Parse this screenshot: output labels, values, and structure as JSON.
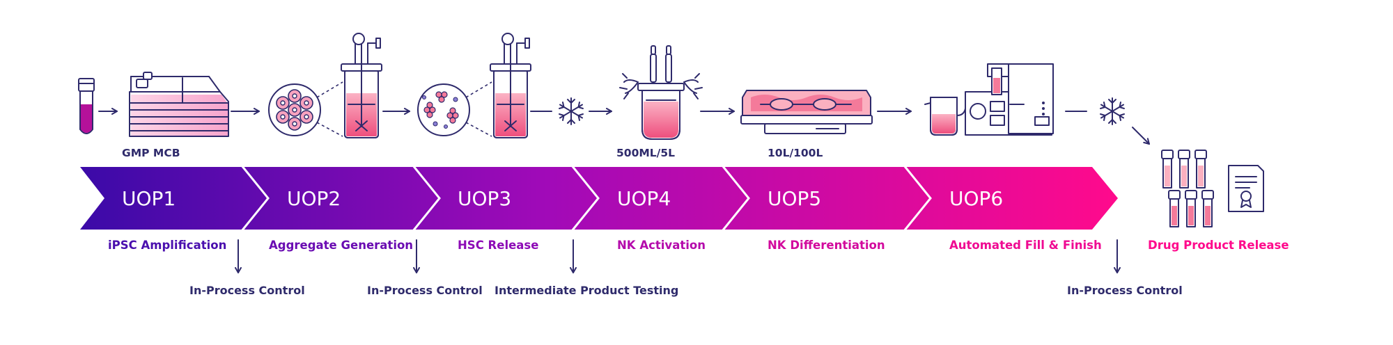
{
  "stages": [
    {
      "code": "UOP1",
      "label": "iPSC Amplification"
    },
    {
      "code": "UOP2",
      "label": "Aggregate Generation"
    },
    {
      "code": "UOP3",
      "label": "HSC Release"
    },
    {
      "code": "UOP4",
      "label": "NK Activation"
    },
    {
      "code": "UOP5",
      "label": "NK Differentiation"
    },
    {
      "code": "UOP6",
      "label": "Automated Fill & Finish"
    }
  ],
  "final_label": "Drug Product Release",
  "equipment_captions": [
    "GMP MCB",
    "500ML/5L",
    "10L/100L"
  ],
  "controls": [
    "In-Process Control",
    "In-Process Control",
    "Intermediate Product Testing",
    "In-Process Control"
  ],
  "colors": {
    "gradient_start": "#3b0aa8",
    "gradient_mid": "#a10ab8",
    "gradient_end": "#ff0a8c",
    "line": "#2e2a6b",
    "liquid": "#f47a9a"
  },
  "icons": [
    "vial-icon",
    "cell-culture-plate-icon",
    "aggregate-icon",
    "bioreactor-icon",
    "hsc-cells-icon",
    "snowflake-icon",
    "stirred-bioreactor-icon",
    "wave-bioreactor-icon",
    "fill-finish-machine-icon",
    "product-vials-icon",
    "certificate-icon"
  ]
}
